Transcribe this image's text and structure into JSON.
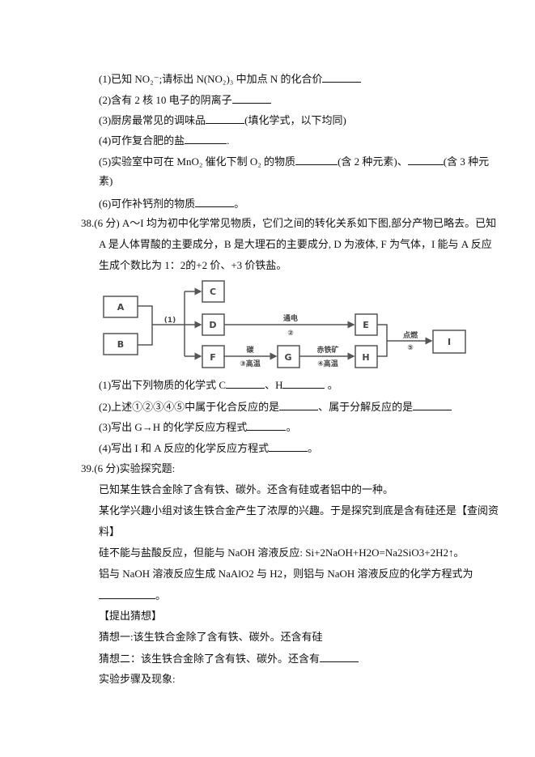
{
  "q37": {
    "s1a": "(1)已知 NO₂⁻;请标出 N(NO₂)₃ 中加点 N 的化合价",
    "s2a": "(2)含有 2 核 10 电子的阴离子",
    "s3a": "(3)厨房最常见的调味品",
    "s3b": "(填化学式，以下均同)",
    "s4a": "(4)可作复合肥的盐",
    "s4b": ".",
    "s5a": "(5)实验室中可在 MnO₂ 催化下制 O₂ 的物质",
    "s5b": "(含 2 种元素)、",
    "s5c": "(含 3 种元",
    "s5d": "素)",
    "s6a": "(6)可作补钙剂的物质",
    "s6b": "。"
  },
  "q38": {
    "l1": "38.(6 分) A～I 均为初中化学常见物质，它们之间的转化关系如下图,部分产物已略去。已知",
    "l2": "A 是人体胃酸的主要成分，B 是大理石的主要成分, D 为液体, F 为气体，I 能与 A 反应",
    "l3": "生成个数比为 1：2的+2 价、+3 价铁盐。",
    "diagram": {
      "boxes": {
        "A": "A",
        "B": "B",
        "C": "C",
        "D": "D",
        "E": "E",
        "F": "F",
        "G": "G",
        "H": "H",
        "I": "I"
      },
      "r1": "(1)",
      "r2_top": "通电",
      "r2": "②",
      "r3_top": "碳",
      "r3": "③高温",
      "r4_top": "赤铁矿",
      "r4": "④高温",
      "r5_top": "点燃",
      "r5": "⑤"
    },
    "p1a": "(1)写出下列物质的化学式 C",
    "p1b": "、H",
    "p1c": "。",
    "p2a": "(2)上述①②③④⑤中属于化合反应的是",
    "p2b": "、属于分解反应的是",
    "p3a": "(3)写出 G→H 的化学反应方程式",
    "p3b": "。",
    "p4a": "(4)写出 I 和 A 反应的化学反应方程式",
    "p4b": "。"
  },
  "q39": {
    "head": "39.(6 分)实验探究题:",
    "l1": "已知某生铁合金除了含有铁、碳外。还含有硅或者铝中的一种。",
    "l2": "某化学兴趣小组对该生铁合金产生了浓厚的兴趣。于是探究到底是含有硅还是【查阅资",
    "l3": "料】",
    "l4": "硅不能与盐酸反应，但能与 NaOH 溶液反应: Si+2NaOH+H2O=Na2SiO3+2H2↑。",
    "l5": "铝与 NaOH 溶液反应生成 NaAlO2 与 H2，则铝与 NaOH 溶液反应的化学方程式为",
    "l6b": "。",
    "l7": "【提出猜想】",
    "l8": "猜想一:该生铁合金除了含有铁、碳外。还含有硅",
    "l9": "猜想二：该生铁合金除了含有铁、碳外。还含有",
    "l10": "实验步骤及现象:"
  }
}
